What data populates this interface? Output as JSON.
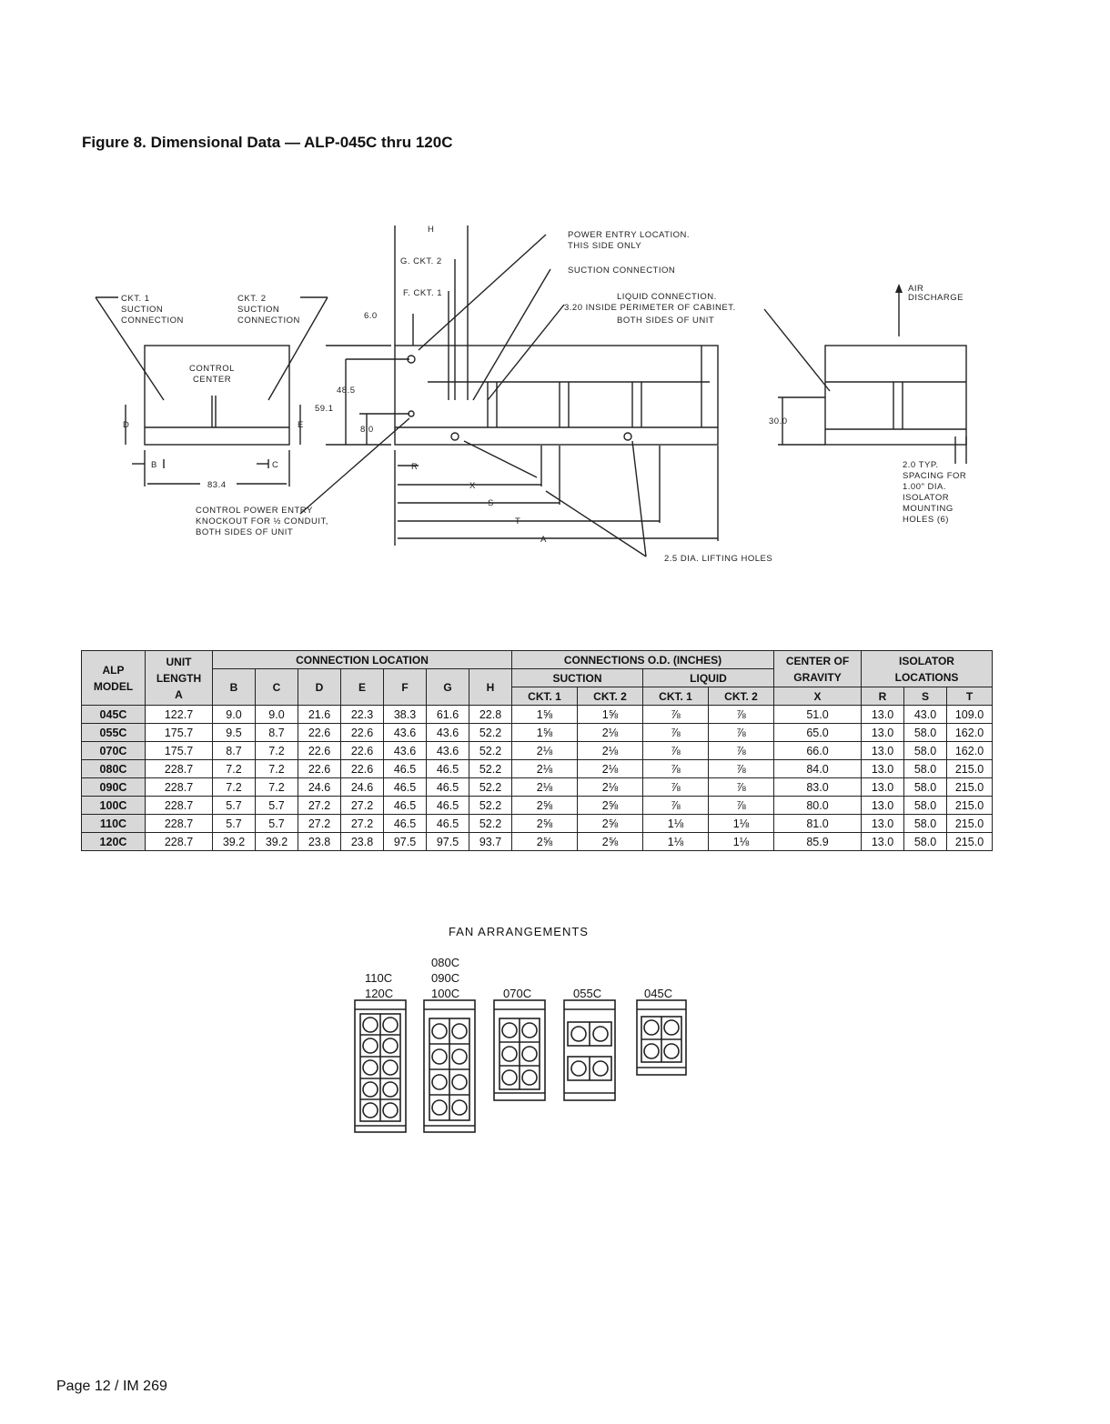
{
  "title": "Figure 8. Dimensional Data — ALP-045C thru 120C",
  "drawing_labels": {
    "h": "H",
    "g_ckt2": "G. CKT. 2",
    "f_ckt1": "F. CKT. 1",
    "d60": "6.0",
    "power_entry_1": "POWER ENTRY LOCATION.",
    "power_entry_2": "THIS SIDE ONLY",
    "suction_conn": "SUCTION CONNECTION",
    "liquid_1": "LIQUID CONNECTION.",
    "liquid_2": "3.20 INSIDE PERIMETER OF CABINET.",
    "liquid_3": "BOTH SIDES OF UNIT",
    "ckt1_1": "CKT. 1",
    "ckt1_2": "SUCTION",
    "ckt1_3": "CONNECTION",
    "ckt2_1": "CKT. 2",
    "ckt2_2": "SUCTION",
    "ckt2_3": "CONNECTION",
    "control_1": "CONTROL",
    "control_2": "CENTER",
    "d": "D",
    "e": "E",
    "b": "B",
    "c": "C",
    "d834": "83.4",
    "d485": "48.5",
    "d591": "59.1",
    "d80": "8.0",
    "r": "R",
    "x": "X",
    "s": "S",
    "t": "T",
    "a": "A",
    "ctrl_power_1": "CONTROL POWER ENTRY",
    "ctrl_power_2": "KNOCKOUT FOR ½ CONDUIT,",
    "ctrl_power_3": "BOTH SIDES OF UNIT",
    "lifting": "2.5 DIA. LIFTING HOLES",
    "air_1": "AIR",
    "air_2": "DISCHARGE",
    "d300": "30.0",
    "iso_1": "2.0 TYP.",
    "iso_2": "SPACING FOR",
    "iso_3": "1.00\" DIA.",
    "iso_4": "ISOLATOR",
    "iso_5": "MOUNTING",
    "iso_6": "HOLES (6)"
  },
  "table": {
    "h_model": [
      "ALP",
      "MODEL"
    ],
    "h_length": [
      "UNIT",
      "LENGTH",
      "A"
    ],
    "h_conn_loc": "CONNECTION LOCATION",
    "h_conn_od": "CONNECTIONS O.D. (INCHES)",
    "h_suction": "SUCTION",
    "h_liquid": "LIQUID",
    "h_cg": [
      "CENTER OF",
      "GRAVITY"
    ],
    "h_iso": [
      "ISOLATOR",
      "LOCATIONS"
    ],
    "loc_cols": [
      "B",
      "C",
      "D",
      "E",
      "F",
      "G",
      "H"
    ],
    "ckt_cols": [
      "CKT. 1",
      "CKT. 2",
      "CKT. 1",
      "CKT. 2"
    ],
    "h_x": "X",
    "iso_cols": [
      "R",
      "S",
      "T"
    ],
    "rows": [
      [
        "045C",
        "122.7",
        "9.0",
        "9.0",
        "21.6",
        "22.3",
        "38.3",
        "61.6",
        "22.8",
        "1⅝",
        "1⅝",
        "⅞",
        "⅞",
        "51.0",
        "13.0",
        "43.0",
        "109.0"
      ],
      [
        "055C",
        "175.7",
        "9.5",
        "8.7",
        "22.6",
        "22.6",
        "43.6",
        "43.6",
        "52.2",
        "1⅝",
        "2⅛",
        "⅞",
        "⅞",
        "65.0",
        "13.0",
        "58.0",
        "162.0"
      ],
      [
        "070C",
        "175.7",
        "8.7",
        "7.2",
        "22.6",
        "22.6",
        "43.6",
        "43.6",
        "52.2",
        "2⅛",
        "2⅛",
        "⅞",
        "⅞",
        "66.0",
        "13.0",
        "58.0",
        "162.0"
      ],
      [
        "080C",
        "228.7",
        "7.2",
        "7.2",
        "22.6",
        "22.6",
        "46.5",
        "46.5",
        "52.2",
        "2⅛",
        "2⅛",
        "⅞",
        "⅞",
        "84.0",
        "13.0",
        "58.0",
        "215.0"
      ],
      [
        "090C",
        "228.7",
        "7.2",
        "7.2",
        "24.6",
        "24.6",
        "46.5",
        "46.5",
        "52.2",
        "2⅛",
        "2⅛",
        "⅞",
        "⅞",
        "83.0",
        "13.0",
        "58.0",
        "215.0"
      ],
      [
        "100C",
        "228.7",
        "5.7",
        "5.7",
        "27.2",
        "27.2",
        "46.5",
        "46.5",
        "52.2",
        "2⅝",
        "2⅝",
        "⅞",
        "⅞",
        "80.0",
        "13.0",
        "58.0",
        "215.0"
      ],
      [
        "110C",
        "228.7",
        "5.7",
        "5.7",
        "27.2",
        "27.2",
        "46.5",
        "46.5",
        "52.2",
        "2⅝",
        "2⅝",
        "1⅛",
        "1⅛",
        "81.0",
        "13.0",
        "58.0",
        "215.0"
      ],
      [
        "120C",
        "228.7",
        "39.2",
        "39.2",
        "23.8",
        "23.8",
        "97.5",
        "97.5",
        "93.7",
        "2⅝",
        "2⅝",
        "1⅛",
        "1⅛",
        "85.9",
        "13.0",
        "58.0",
        "215.0"
      ]
    ]
  },
  "fan": {
    "heading": "FAN ARRANGEMENTS",
    "groups": [
      {
        "label": "110C\n120C"
      },
      {
        "label": "080C\n090C\n100C"
      },
      {
        "label": "070C"
      },
      {
        "label": "055C"
      },
      {
        "label": "045C"
      }
    ]
  },
  "footer": "Page 12 / IM 269"
}
